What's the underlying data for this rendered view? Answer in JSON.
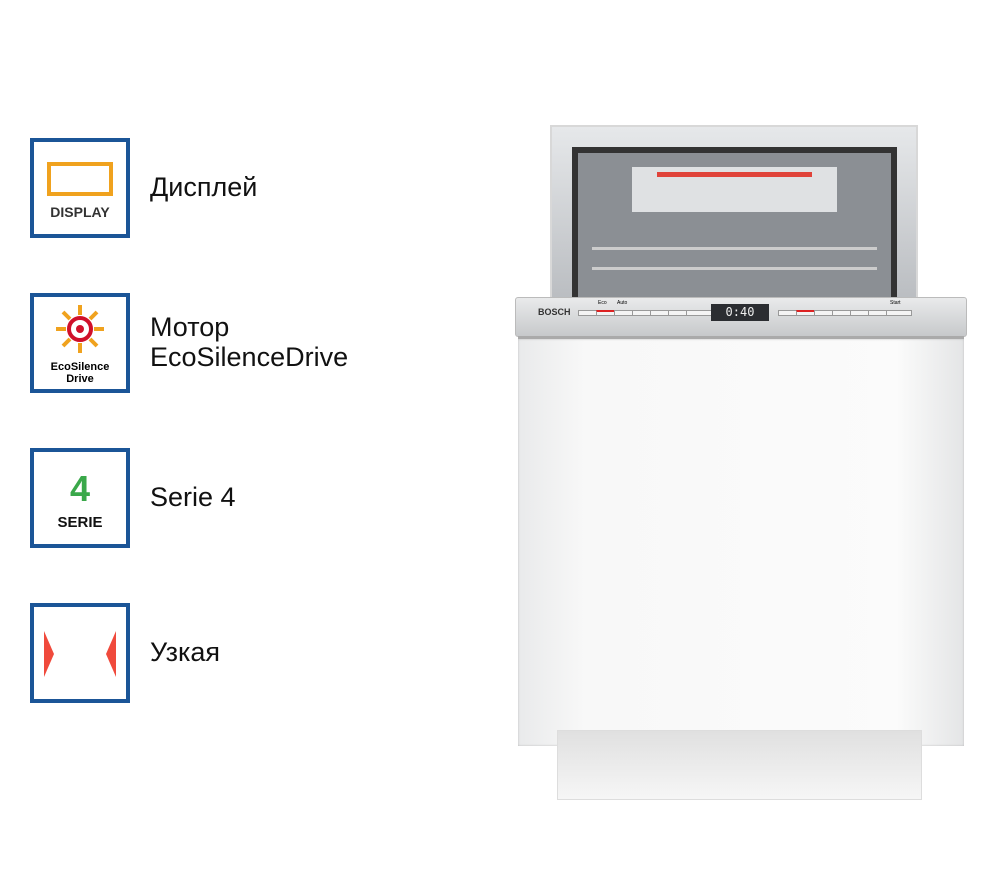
{
  "features": [
    {
      "icon": "display-icon",
      "badge": "DISPLAY",
      "label": "Дисплей"
    },
    {
      "icon": "ecosilence-drive-icon",
      "badge_line1": "EcoSilence",
      "badge_line2": "Drive",
      "label_line1": "Мотор",
      "label_line2": "EcoSilenceDrive"
    },
    {
      "icon": "serie-icon",
      "badge_number": "4",
      "badge": "SERIE",
      "label": "Serie 4"
    },
    {
      "icon": "narrow-icon",
      "label": "Узкая"
    }
  ],
  "appliance": {
    "brand": "BOSCH",
    "display_time": "0:40",
    "buttons_left": [
      "Eco",
      "Auto"
    ],
    "start": "Start"
  },
  "colors": {
    "border": "#1b5597",
    "orange": "#f0a21e",
    "green": "#3aa84a",
    "red": "#f04a3c"
  }
}
